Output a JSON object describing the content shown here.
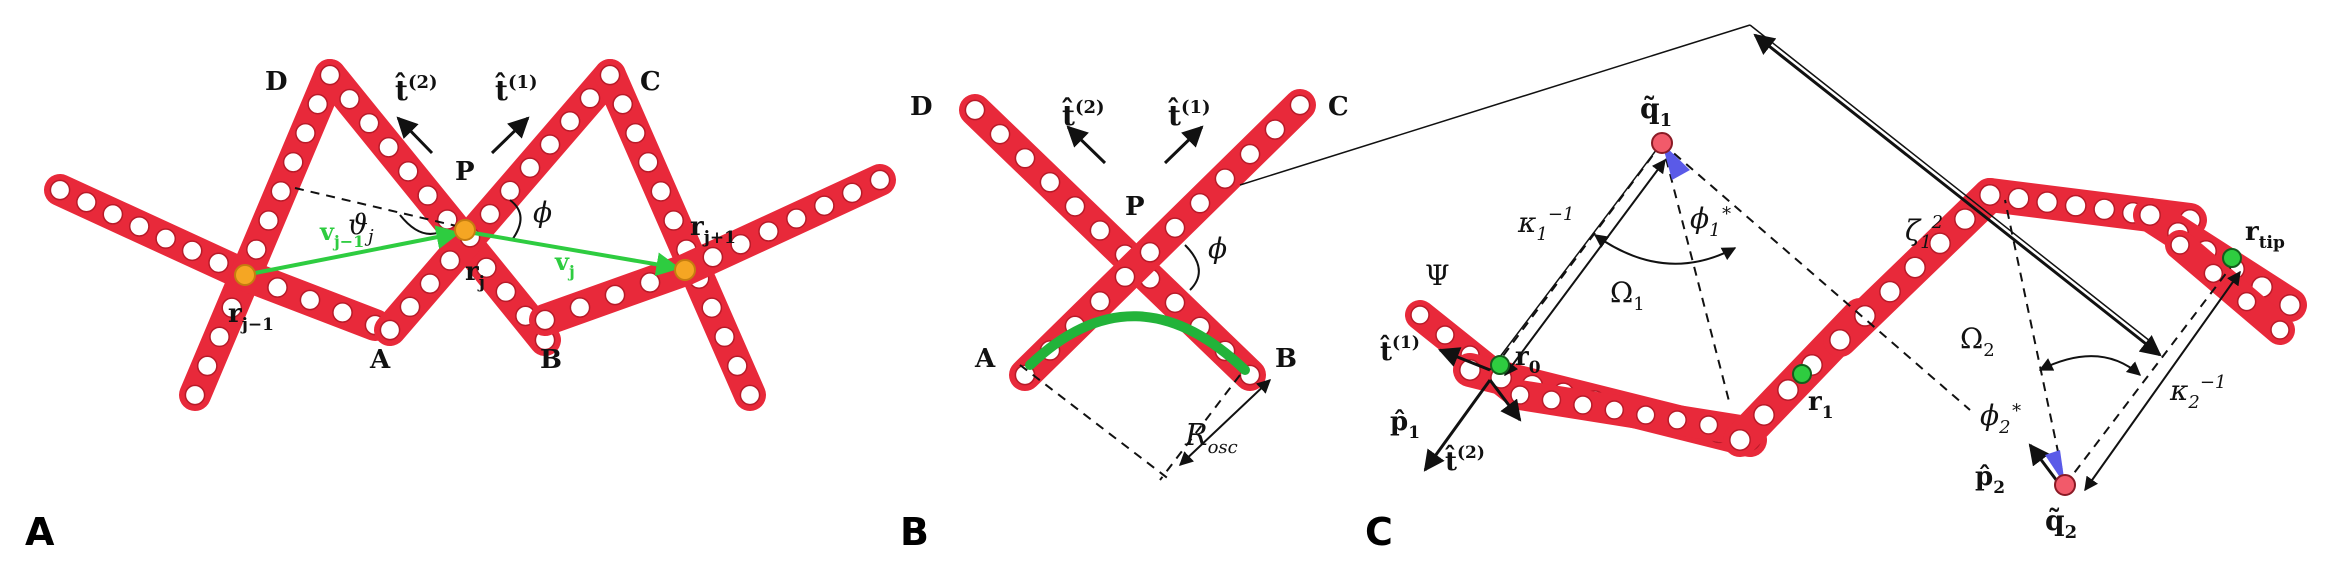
{
  "colors": {
    "beam": "#e8293a",
    "beam_dark": "#b81a28",
    "hole": "#ffffff",
    "node_orange": "#f5a623",
    "node_green": "#2ecc40",
    "arrow_green": "#2ecc40",
    "osc_arc": "#22b33a",
    "target_pink": "#f25a6a",
    "cone_blue": "#5a5ae8",
    "text": "#111111"
  },
  "panels": {
    "A": {
      "panel_label": "A",
      "corners": {
        "D": "D",
        "C": "C",
        "A": "A",
        "B": "B",
        "P": "P"
      },
      "tangents": {
        "t2": "t̂",
        "t2_sup": "(2)",
        "t1": "t̂",
        "t1_sup": "(1)"
      },
      "angles": {
        "theta": "ϑ",
        "theta_sub": "j",
        "phi": "ϕ"
      },
      "points": {
        "r_jm1": "r",
        "r_jm1_sub": "j−1",
        "r_j": "r",
        "r_j_sub": "j",
        "r_jp1": "r",
        "r_jp1_sub": "j+1"
      },
      "vectors": {
        "v_jm1": "v",
        "v_jm1_sub": "j−1",
        "v_j": "v",
        "v_j_sub": "j"
      }
    },
    "B": {
      "panel_label": "B",
      "corners": {
        "D": "D",
        "C": "C",
        "A": "A",
        "B": "B",
        "P": "P"
      },
      "tangents": {
        "t2": "t̂",
        "t2_sup": "(2)",
        "t1": "t̂",
        "t1_sup": "(1)"
      },
      "angles": {
        "phi": "ϕ"
      },
      "radius": {
        "R": "R",
        "R_sub": "osc"
      }
    },
    "C": {
      "panel_label": "C",
      "labels": {
        "q1": "q̃",
        "q1_sub": "1",
        "q2": "q̃",
        "q2_sub": "2",
        "kappa1": "κ",
        "kappa1_sub": "1",
        "kappa1_sup": "−1",
        "kappa2": "κ",
        "kappa2_sub": "2",
        "kappa2_sup": "−1",
        "phi1": "ϕ",
        "phi1_sub": "1",
        "phi1_sup": "∗",
        "phi2": "ϕ",
        "phi2_sub": "2",
        "phi2_sup": "∗",
        "Omega1": "Ω",
        "Omega1_sub": "1",
        "Omega2": "Ω",
        "Omega2_sub": "2",
        "zeta": "ζ",
        "zeta_sub": "1",
        "zeta_sup": "2",
        "Psi": "Ψ",
        "t1": "t̂",
        "t1_sup": "(1)",
        "t2": "t̂",
        "t2_sup": "(2)",
        "p1": "p̂",
        "p1_sub": "1",
        "p2": "p̂",
        "p2_sub": "2",
        "r0": "r",
        "r0_sub": "0",
        "r1": "r",
        "r1_sub": "1",
        "rtip": "r",
        "rtip_sub": "tip"
      }
    }
  }
}
